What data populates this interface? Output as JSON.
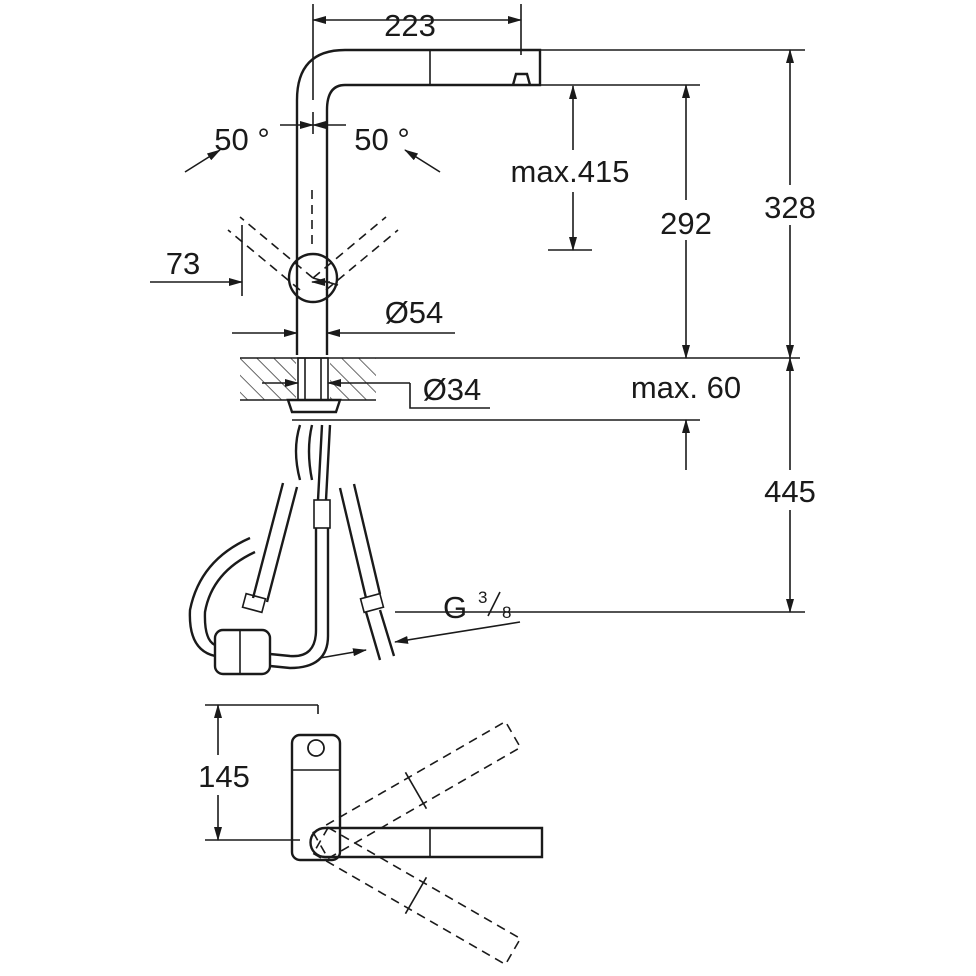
{
  "drawing": {
    "side_view": {
      "spout_reach": "223",
      "swivel_left": "50 °",
      "swivel_right": "50 °",
      "max_pullout": "max.415",
      "spout_height": "292",
      "total_height": "328",
      "handle_offset": "73",
      "body_diameter": "Ø54",
      "hole_diameter": "Ø34",
      "max_counter_thickness": "max. 60",
      "below_counter": "445",
      "connection_g": "G",
      "connection_num": "3",
      "connection_den": "8"
    },
    "top_view": {
      "depth": "145"
    }
  }
}
